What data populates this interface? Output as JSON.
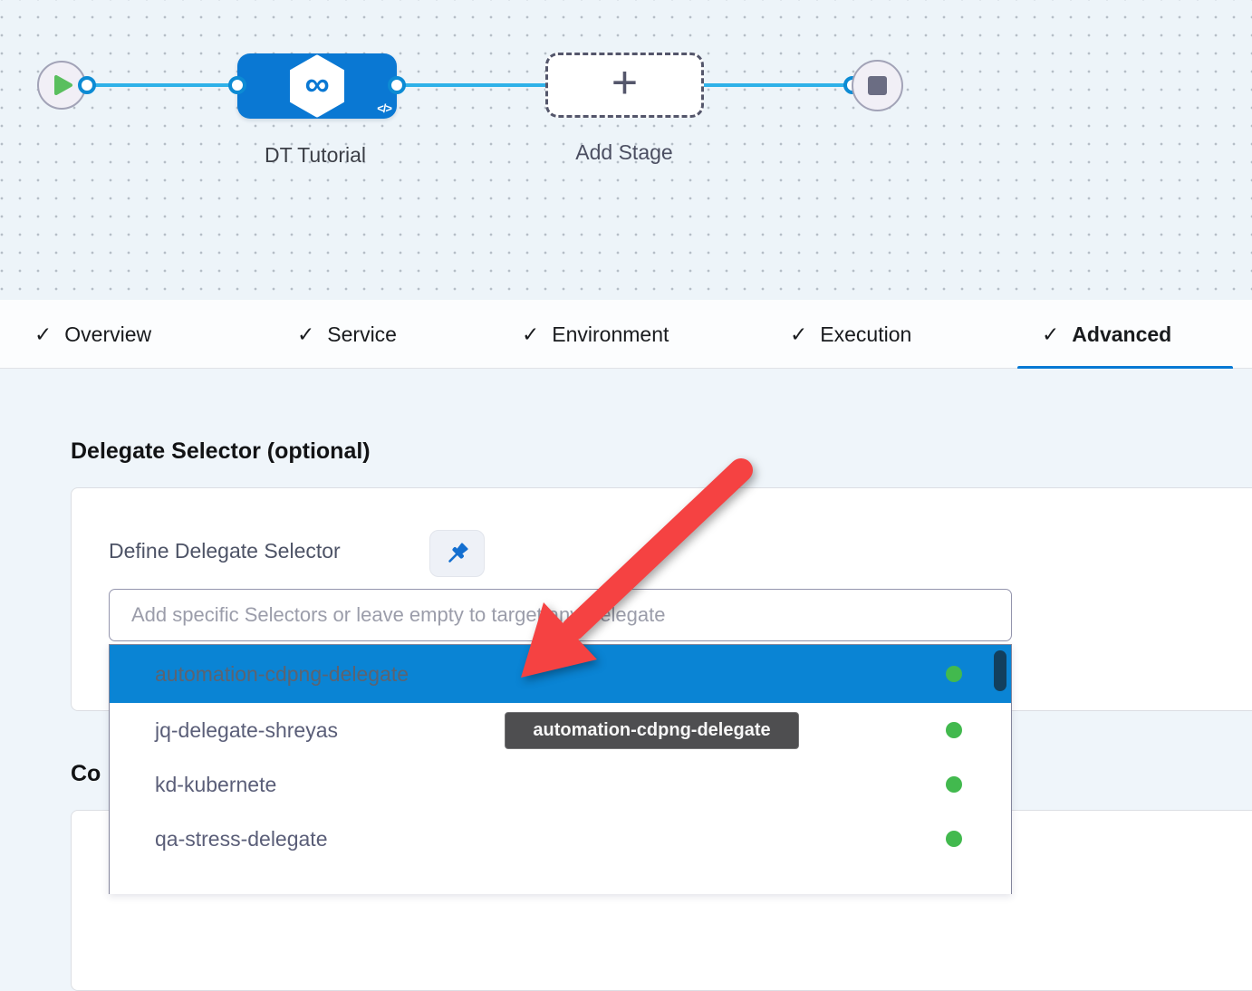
{
  "icons": {
    "check": "✓",
    "plus": "+",
    "infinity": "∞",
    "code": "</>"
  },
  "canvas": {
    "stage_node": {
      "label": "DT Tutorial"
    },
    "add_stage": {
      "label": "Add Stage"
    }
  },
  "tabs": [
    {
      "label": "Overview",
      "checked": true,
      "active": false
    },
    {
      "label": "Service",
      "checked": true,
      "active": false
    },
    {
      "label": "Environment",
      "checked": true,
      "active": false
    },
    {
      "label": "Execution",
      "checked": true,
      "active": false
    },
    {
      "label": "Advanced",
      "checked": true,
      "active": true
    }
  ],
  "main": {
    "section_title": "Delegate Selector (optional)",
    "define_label": "Define Delegate Selector",
    "input_placeholder": "Add specific Selectors or leave empty to target any Delegate",
    "input_value": "",
    "partial_heading": "Co",
    "dropdown": {
      "items": [
        {
          "label": "automation-cdpng-delegate",
          "selected": true,
          "status": "connected"
        },
        {
          "label": "jq-delegate-shreyas",
          "selected": false,
          "status": "connected"
        },
        {
          "label": "kd-kubernete",
          "selected": false,
          "status": "connected"
        },
        {
          "label": "qa-stress-delegate",
          "selected": false,
          "status": "connected"
        }
      ]
    },
    "tooltip_text": "automation-cdpng-delegate"
  },
  "colors": {
    "accent_blue": "#0679d4",
    "node_blue": "#0a78d3",
    "edge_blue": "#2fb1e8",
    "selected_row_blue": "#0a84d4",
    "status_green": "#42b94e",
    "arrow_red": "#f54242",
    "tooltip_gray": "#4e4e50"
  }
}
